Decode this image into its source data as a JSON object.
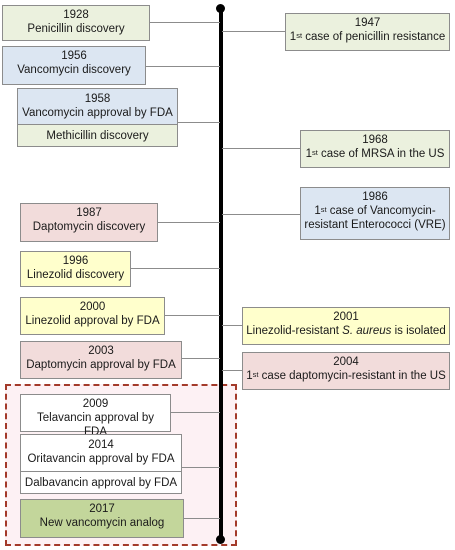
{
  "left_events": [
    {
      "year": "1928",
      "label": "Penicillin discovery"
    },
    {
      "year": "1956",
      "label": "Vancomycin discovery"
    },
    {
      "year": "1958",
      "label": "Vancomycin approval by FDA",
      "extra": "Methicillin discovery"
    },
    {
      "year": "1987",
      "label": "Daptomycin discovery"
    },
    {
      "year": "1996",
      "label": "Linezolid discovery"
    },
    {
      "year": "2000",
      "label": "Linezolid approval by FDA"
    },
    {
      "year": "2003",
      "label": "Daptomycin approval by FDA"
    },
    {
      "year": "2009",
      "label": "Telavancin approval by FDA"
    },
    {
      "year": "2014",
      "label": "Oritavancin approval by FDA",
      "extra": "Dalbavancin approval by FDA"
    },
    {
      "year": "2017",
      "label": "New vancomycin analog"
    }
  ],
  "right_events": [
    {
      "year": "1947",
      "prefix": "1",
      "sup": "st",
      "label": " case of penicillin resistance"
    },
    {
      "year": "1968",
      "prefix": "1",
      "sup": "st",
      "label": " case of MRSA in the US"
    },
    {
      "year": "1986",
      "prefix": "1",
      "sup": "st",
      "label": " case of Vancomycin-",
      "line2": "resistant Enterococci (VRE)"
    },
    {
      "year": "2001",
      "label_pre": "Linezolid-resistant ",
      "label_it": "S. aureus",
      "label_post": " is isolated"
    },
    {
      "year": "2004",
      "prefix": "1",
      "sup": "st",
      "label": " case daptomycin-resistant  in the US"
    }
  ],
  "colors": {
    "axis": "#000000",
    "highlight_border": "#a33a2a",
    "highlight_fill": "#fdf1f4"
  }
}
